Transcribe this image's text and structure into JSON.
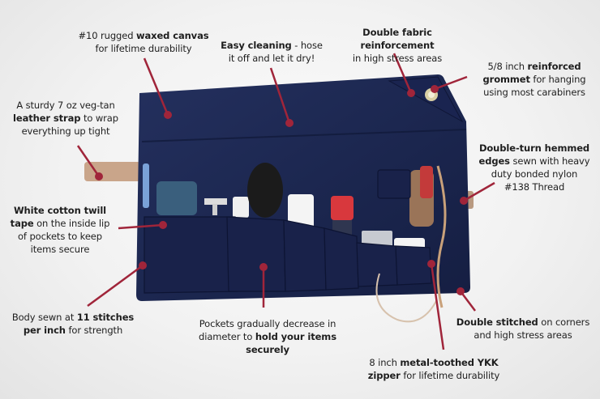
{
  "image": {
    "description": "Waxed canvas toiletry roll with annotated feature callouts",
    "colors": {
      "background": "#f2f2f2",
      "canvas": "#1f2a55",
      "canvas_dark": "#162044",
      "callout_line": "#a0253a",
      "leather_strap": "#c9a58a",
      "text": "#1e1e1e"
    }
  },
  "callouts": [
    {
      "id": "waxed-canvas",
      "pre": "#10 rugged ",
      "bold": "waxed canvas",
      "post": "",
      "line2": "for lifetime durability"
    },
    {
      "id": "easy-cleaning",
      "pre": "",
      "bold": "Easy cleaning",
      "post": " - hose",
      "line2": "it off and let it dry!"
    },
    {
      "id": "double-fabric",
      "pre": "",
      "bold": "Double fabric reinforcement",
      "post": "",
      "line2": "in high stress areas"
    },
    {
      "id": "grommet",
      "line1": "5/8 inch ",
      "bold1": "reinforced",
      "bold2": "grommet",
      "post2": " for hanging",
      "line3": "using most carabiners"
    },
    {
      "id": "leather-strap",
      "line1": "A sturdy 7 oz veg-tan",
      "bold2": "leather strap",
      "post2": " to wrap",
      "line3": "everything up tight"
    },
    {
      "id": "hemmed-edges",
      "bold1": "Double-turn hemmed",
      "bold2": "edges",
      "post2": " sewn with heavy",
      "line3": "duty bonded nylon",
      "line4": "#138 Thread"
    },
    {
      "id": "twill-tape",
      "bold1": "White cotton twill",
      "bold2": "tape",
      "post2": " on the inside lip",
      "line3": "of pockets to keep",
      "line4": "items secure"
    },
    {
      "id": "stitches",
      "pre1": "Body sewn at ",
      "bold1": "11 stitches",
      "bold2": "per inch",
      "post2": " for strength"
    },
    {
      "id": "pockets",
      "line1": "Pockets gradually decrease in",
      "pre2": "diameter to ",
      "bold2": "hold your items securely"
    },
    {
      "id": "double-stitched",
      "bold1": "Double stitched",
      "post1": " on corners",
      "line2": "and high stress areas"
    },
    {
      "id": "zipper",
      "pre1": "8 inch ",
      "bold1": "metal-toothed YKK",
      "bold2": "zipper",
      "post2": " for lifetime durability"
    }
  ]
}
